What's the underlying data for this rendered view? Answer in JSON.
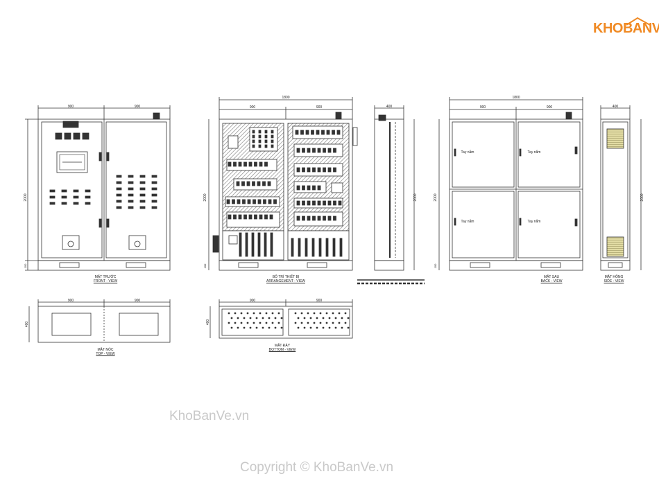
{
  "brand": {
    "logo_text": "KHOBANVE",
    "accent": "#f08a24"
  },
  "dimensions": {
    "w900": "900",
    "w1800": "1800",
    "d400": "400",
    "h2000": "2000",
    "h100": "100"
  },
  "views": {
    "front": {
      "title": "MẶT TRƯỚC",
      "subtitle": "FRONT - VIEW"
    },
    "arrangement": {
      "title": "BỐ TRÍ THIẾT BỊ",
      "subtitle": "ARRANGEMENT - VIEW"
    },
    "back": {
      "title": "MẶT SAU",
      "subtitle": "BACK - VIEW"
    },
    "side": {
      "title": "MẶT HÔNG",
      "subtitle": "SIDE - VIEW"
    },
    "top": {
      "title": "MẶT NÓC",
      "subtitle": "TOP - VIEW"
    },
    "bottom": {
      "title": "MẶT ĐÁY",
      "subtitle": "BOTTOM - VIEW"
    }
  },
  "back_handle_label": "Tay nắm",
  "watermarks": {
    "site": "KhoBanVe.vn",
    "copyright": "Copyright © KhoBanVe.vn"
  },
  "colors": {
    "line": "#333333",
    "hatch": "#9a9a9a",
    "vent": "#d8d39a"
  }
}
